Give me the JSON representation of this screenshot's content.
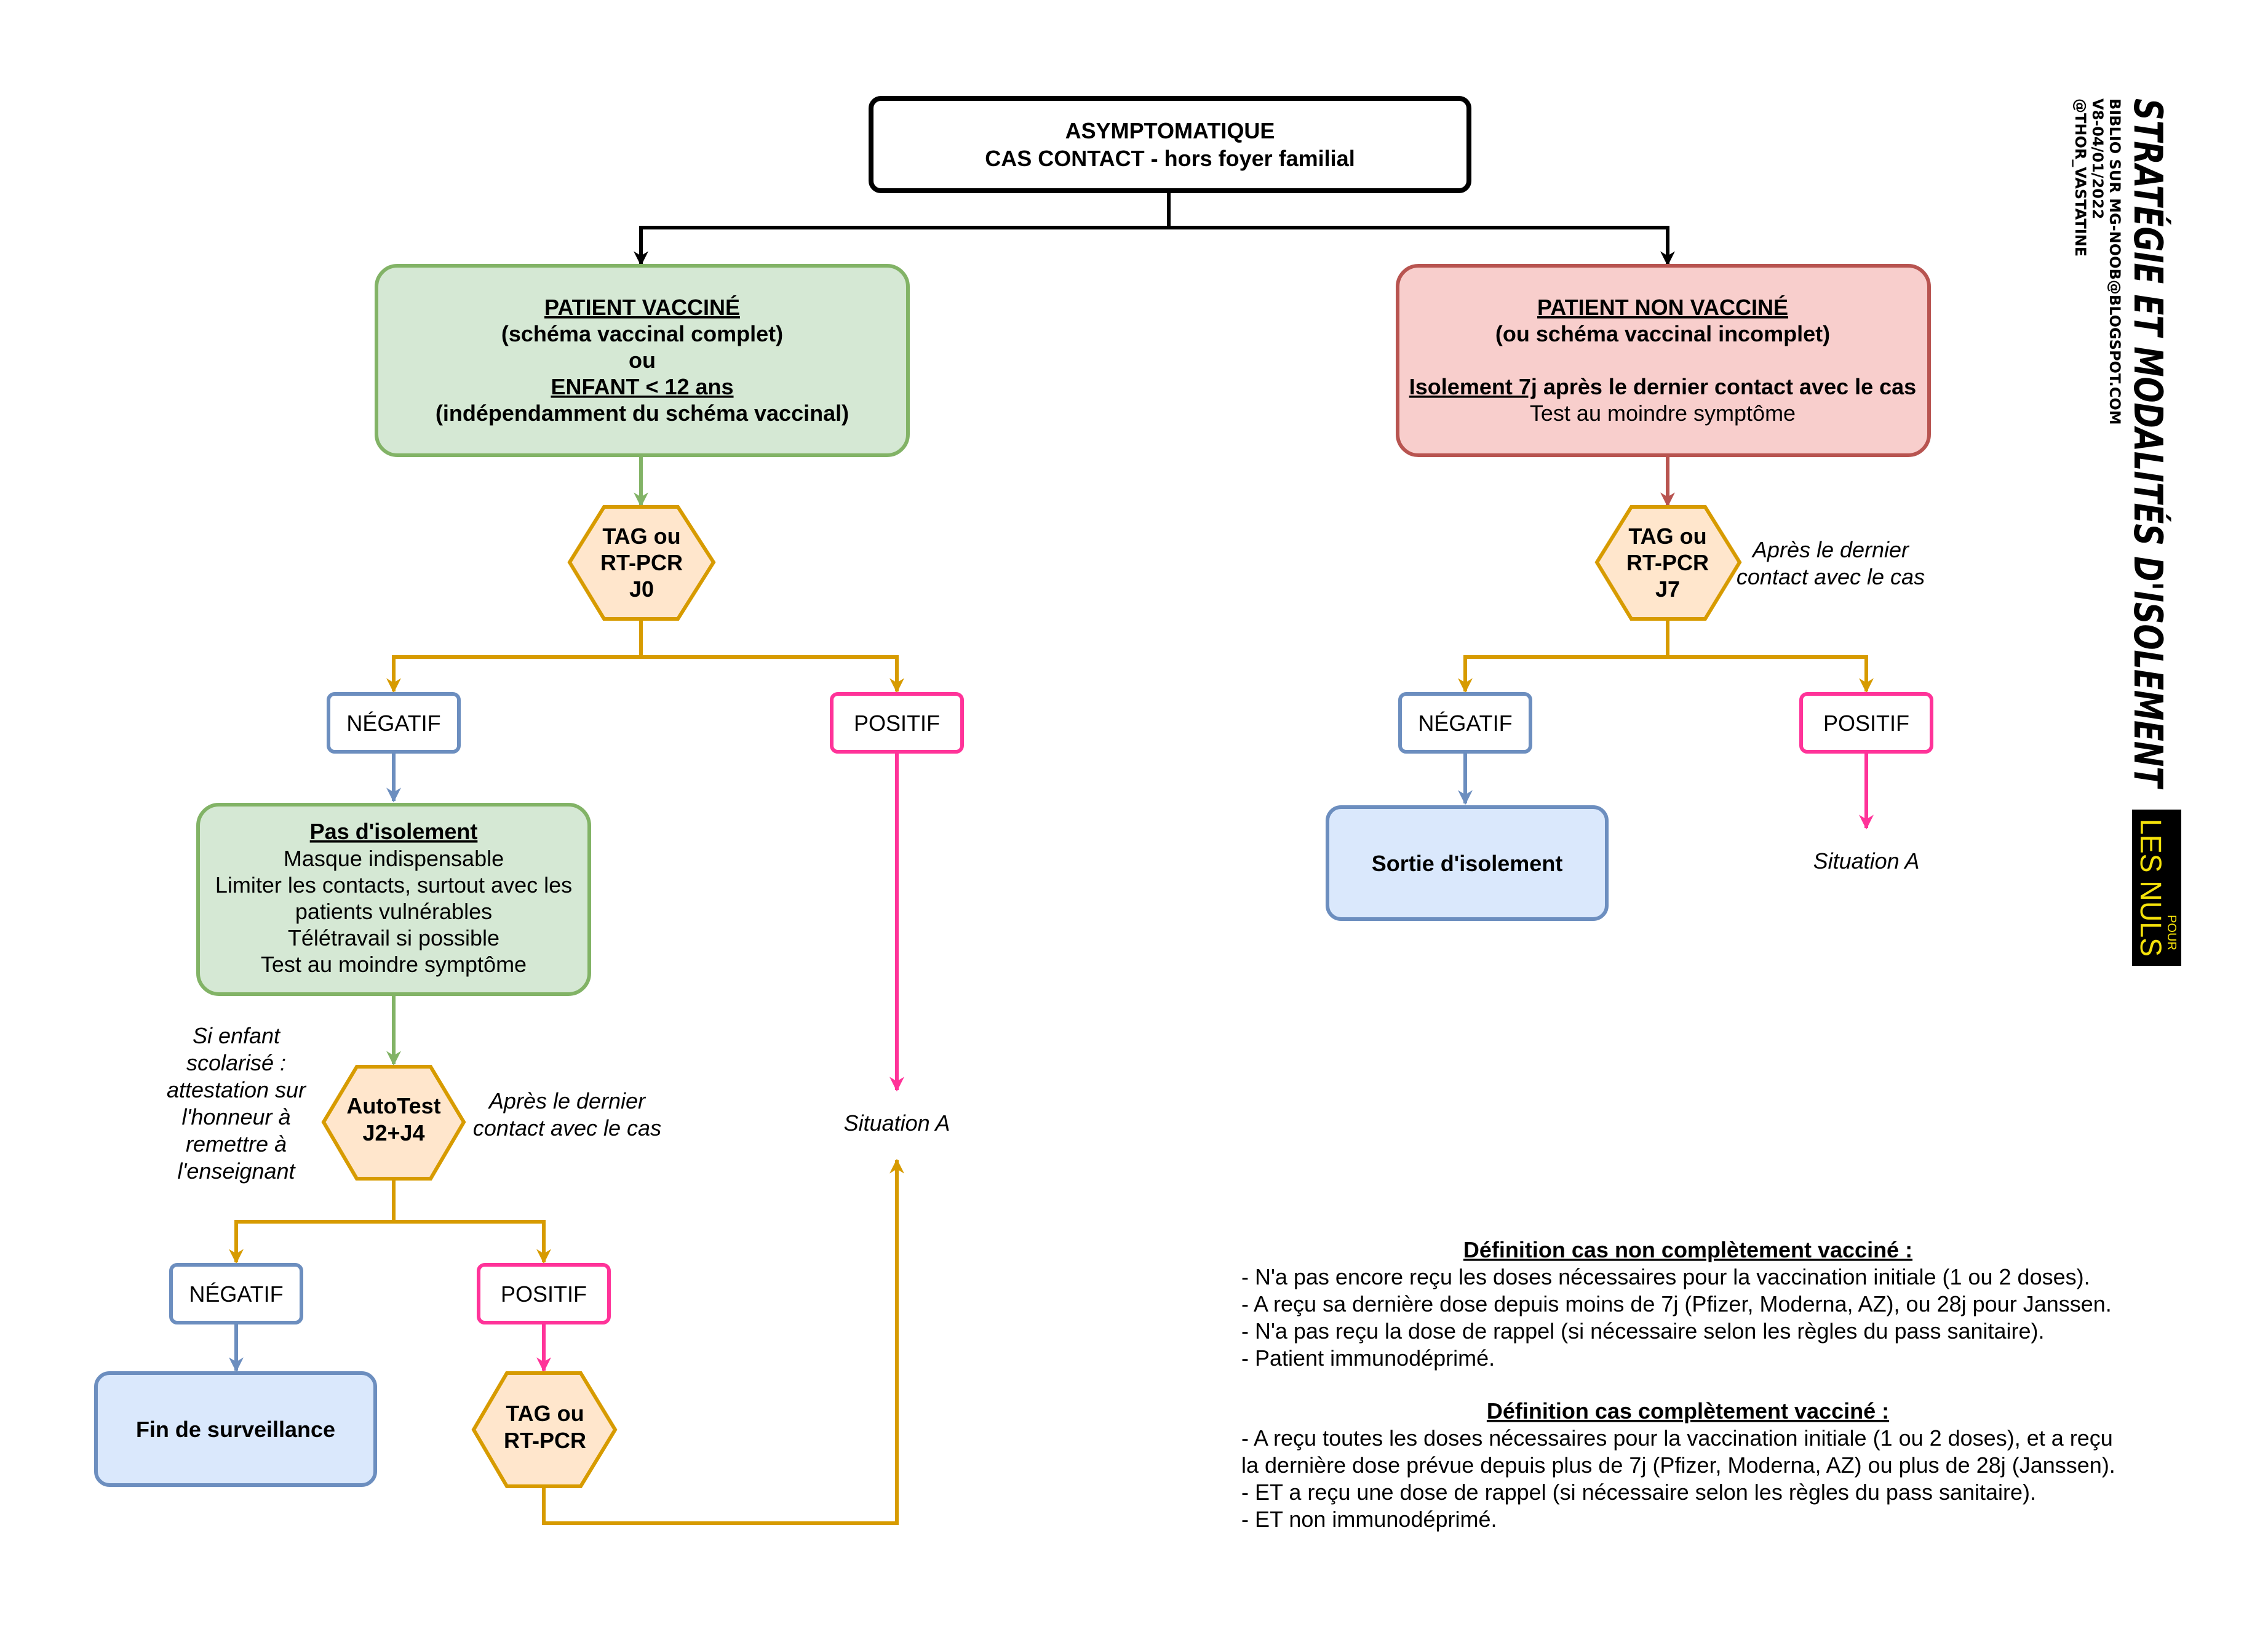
{
  "title": {
    "main": "STRATÉGIE ET MODALITÉS D'ISOLEMENT",
    "lines": [
      "BIBLIO SUR MG-NOOB@BLOGSPOT.COM",
      "V8-04/01/2022",
      "@THOR_VASTATINE"
    ],
    "logo_top": "POUR",
    "logo_main": "LES NULS"
  },
  "top": {
    "line1": "ASYMPTOMATIQUE",
    "line2": "CAS CONTACT - hors foyer familial"
  },
  "vaccinated": {
    "header": "PATIENT VACCINÉ ",
    "line2": "(schéma vaccinal complet)",
    "line3": "ou",
    "line4": "ENFANT < 12 ans",
    "line5": "(indépendamment du schéma vaccinal)",
    "test": {
      "line1": "TAG ou",
      "line2": "RT-PCR",
      "line3": "J0"
    },
    "negative": "NÉGATIF",
    "positive": "POSITIF",
    "situation_a": "Situation A",
    "no_isolation": {
      "header": "Pas d'isolement",
      "lines": [
        "Masque indispensable",
        "Limiter les contacts, surtout avec les",
        "patients vulnérables",
        "Télétravail si possible",
        "Test au moindre symptôme"
      ]
    },
    "child_note": [
      "Si enfant",
      "scolarisé :",
      "attestation sur",
      "l'honneur à",
      "remettre à",
      "l'enseignant"
    ],
    "autotest": {
      "line1": "AutoTest",
      "line2": "J2+J4"
    },
    "autotest_note": [
      "Après le dernier",
      "contact avec le cas"
    ],
    "negative2": "NÉGATIF",
    "positive2": "POSITIF",
    "end_surveillance": "Fin de surveillance",
    "test2": {
      "line1": "TAG ou",
      "line2": "RT-PCR"
    }
  },
  "unvaccinated": {
    "header": "PATIENT NON VACCINÉ ",
    "line2": "(ou schéma vaccinal incomplet)",
    "line3_bold_u": "Isolement 7j",
    "line3_rest": " après le dernier contact avec le cas",
    "line4": "Test au moindre symptôme",
    "test": {
      "line1": "TAG ou",
      "line2": "RT-PCR",
      "line3": "J7"
    },
    "test_note": [
      "Après le dernier",
      "contact avec le cas"
    ],
    "negative": "NÉGATIF",
    "positive": "POSITIF",
    "exit_isolation": "Sortie d'isolement",
    "situation_a": "Situation A"
  },
  "definitions": {
    "incomplete_title": "Définition cas non complètement vacciné :",
    "incomplete_lines": [
      "- N'a pas encore reçu les doses nécessaires pour la vaccination initiale (1 ou 2 doses).",
      "- A reçu sa dernière dose depuis moins de 7j (Pfizer, Moderna, AZ), ou 28j pour Janssen.",
      "- N'a pas reçu la dose de rappel (si nécessaire selon les règles du pass sanitaire).",
      "- Patient immunodéprimé."
    ],
    "complete_title": "Définition cas complètement vacciné :",
    "complete_lines": [
      "- A reçu toutes les doses nécessaires pour la vaccination initiale (1 ou 2 doses), et a reçu",
      "la dernière dose prévue depuis plus de 7j (Pfizer, Moderna, AZ) ou plus de 28j (Janssen).",
      "- ET a reçu une dose de rappel (si nécessaire selon les règles du pass sanitaire).",
      "- ET non immunodéprimé."
    ]
  },
  "colors": {
    "green_fill": "#d5e8d4",
    "green_stroke": "#82b366",
    "red_fill": "#f8cecc",
    "red_stroke": "#b85450",
    "orange_fill": "#ffe6cc",
    "orange_stroke": "#d79b00",
    "blue_fill": "#dae8fc",
    "blue_stroke": "#6c8ebf",
    "pink_stroke": "#ff3399"
  }
}
